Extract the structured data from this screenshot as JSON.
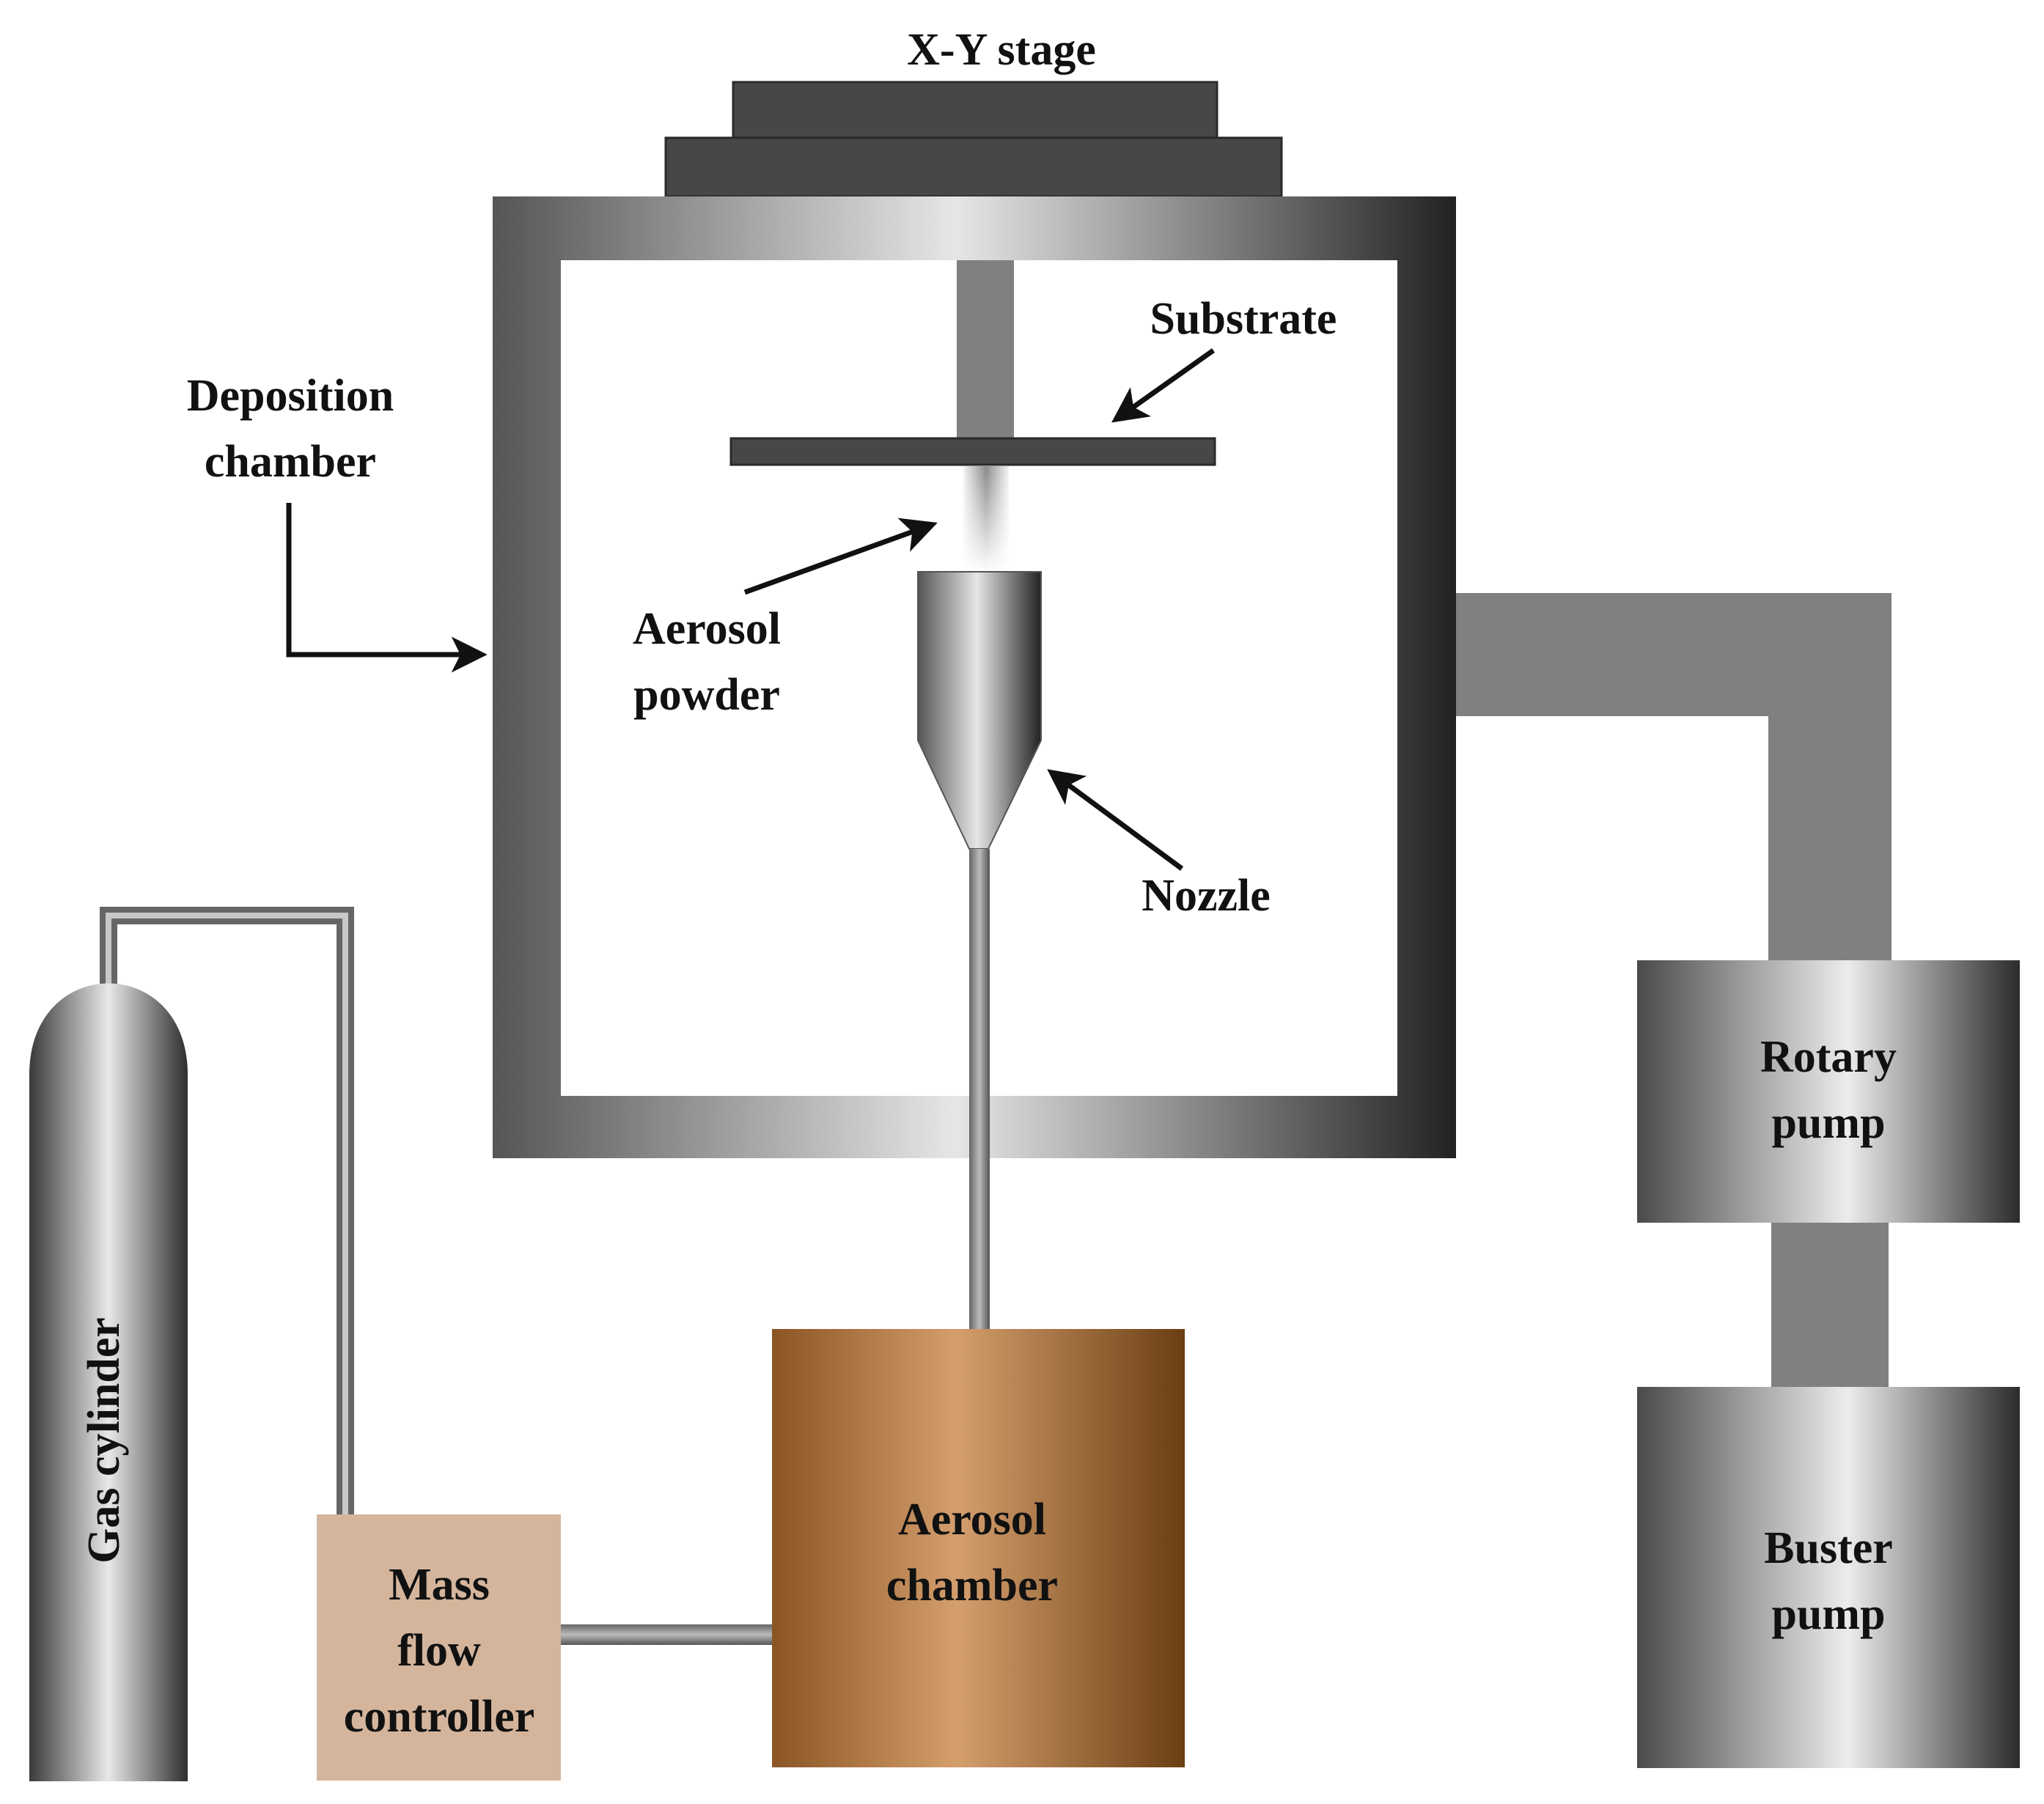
{
  "diagram": {
    "labels": {
      "xy_stage": "X-Y stage",
      "substrate": "Substrate",
      "deposition_chamber": [
        "Deposition",
        "chamber"
      ],
      "aerosol_powder": [
        "Aerosol",
        "powder"
      ],
      "nozzle": "Nozzle",
      "gas_cylinder": "Gas cylinder",
      "mass_flow_controller": [
        "Mass",
        "flow",
        "controller"
      ],
      "aerosol_chamber": [
        "Aerosol",
        "chamber"
      ],
      "rotary_pump": [
        "Rotary",
        "pump"
      ],
      "buster_pump": [
        "Buster",
        "pump"
      ]
    },
    "colors": {
      "stage": "#474747",
      "pipe": "#808080",
      "mass_flow_controller": "#d4b59c",
      "aerosol_chamber_light": "#d39d6c",
      "aerosol_chamber_dark": "#6e4214",
      "metal_light": "#e8e8e8",
      "metal_dark": "#2e2e2e",
      "background": "#ffffff"
    }
  }
}
